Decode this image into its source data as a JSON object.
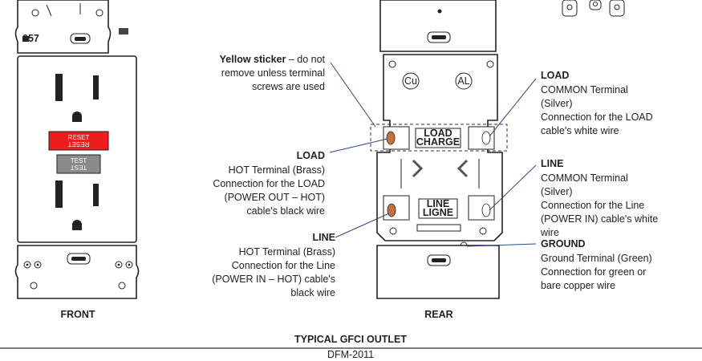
{
  "title": "TYPICAL GFCI OUTLET",
  "code": "DFM-2011",
  "front": {
    "caption": "FRONT",
    "model": "057",
    "reset_label": "RESET",
    "reset_mirror": "RESET",
    "test_label": "TEST",
    "test_mirror": "TEST"
  },
  "rear": {
    "caption": "REAR",
    "cu": "Cu",
    "al": "AL",
    "load_tag": "LOAD",
    "charge_tag": "CHARGE",
    "line_tag": "LINE",
    "ligne_tag": "LIGNE"
  },
  "callouts": {
    "yellow_sticker": {
      "bold": "Yellow sticker",
      "rest": " – do not",
      "line2": "remove unless terminal",
      "line3": "screws are used"
    },
    "load_hot": {
      "heading": "LOAD",
      "lines": [
        "HOT Terminal (Brass)",
        "Connection for the LOAD",
        "(POWER OUT – HOT)",
        "cable's black wire"
      ]
    },
    "line_hot": {
      "heading": "LINE",
      "lines": [
        "HOT Terminal (Brass)",
        "Connection for the Line",
        "(POWER IN – HOT) cable's",
        "black wire"
      ]
    },
    "load_common": {
      "heading": "LOAD",
      "lines": [
        "COMMON Terminal",
        "(Silver)",
        "Connection for the LOAD",
        "cable's white wire"
      ]
    },
    "line_common": {
      "heading": "LINE",
      "lines": [
        "COMMON Terminal",
        "(Silver)",
        "Connection for the Line",
        "(POWER IN) cable's white",
        "wire"
      ]
    },
    "ground": {
      "heading": "GROUND",
      "lines": [
        "Ground Terminal (Green)",
        "Connection for green or",
        "bare copper wire"
      ]
    }
  },
  "colors": {
    "reset": "#ee1c1c",
    "test": "#8a8a8a",
    "brass": "#c8703a",
    "leader": "#2b4a8a"
  }
}
